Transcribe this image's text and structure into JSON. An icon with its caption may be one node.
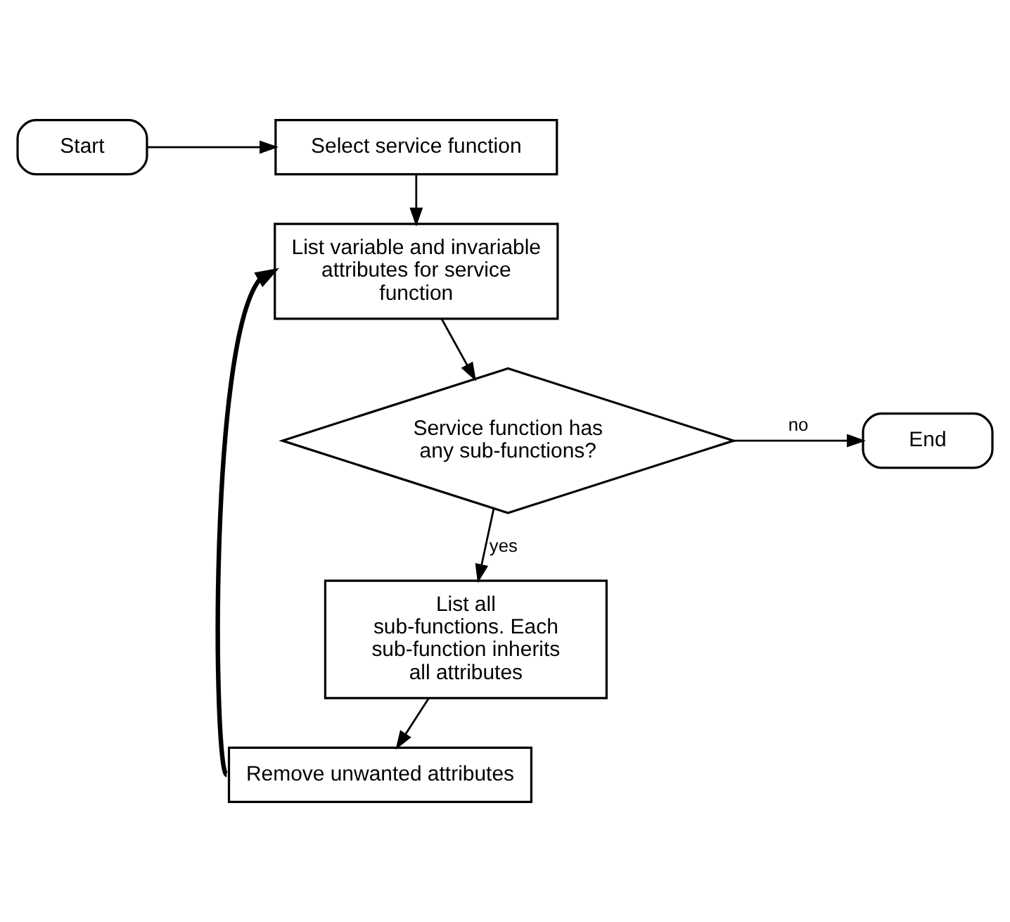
{
  "diagram": {
    "nodes": [
      {
        "text": [
          "Start"
        ]
      },
      {
        "text": [
          "Select service function"
        ]
      },
      {
        "text": [
          "List variable and invariable attributes for service function"
        ]
      },
      {
        "text": [
          "Service function has any sub-functions?"
        ]
      },
      {
        "text": [
          "End"
        ]
      },
      {
        "text": [
          "List all sub-functions. Each sub-function inherits all attributes"
        ]
      },
      {
        "text": [
          "Remove unwanted attributes"
        ]
      }
    ],
    "edges": [
      {
        "from": 0,
        "to": 1,
        "arrow": "to"
      },
      {
        "from": 1,
        "to": 2,
        "arrow": "to"
      },
      {
        "from": 2,
        "to": 3,
        "arrow": "to"
      },
      {
        "from": 3,
        "to": 4,
        "arrow": "to",
        "label": "no"
      },
      {
        "from": 3,
        "to": 5,
        "arrow": "to",
        "label": "yes"
      },
      {
        "from": 5,
        "to": 6,
        "arrow": "to"
      },
      {
        "from": 6,
        "to": 2,
        "arrow": "to",
        "style": "thick"
      }
    ]
  }
}
